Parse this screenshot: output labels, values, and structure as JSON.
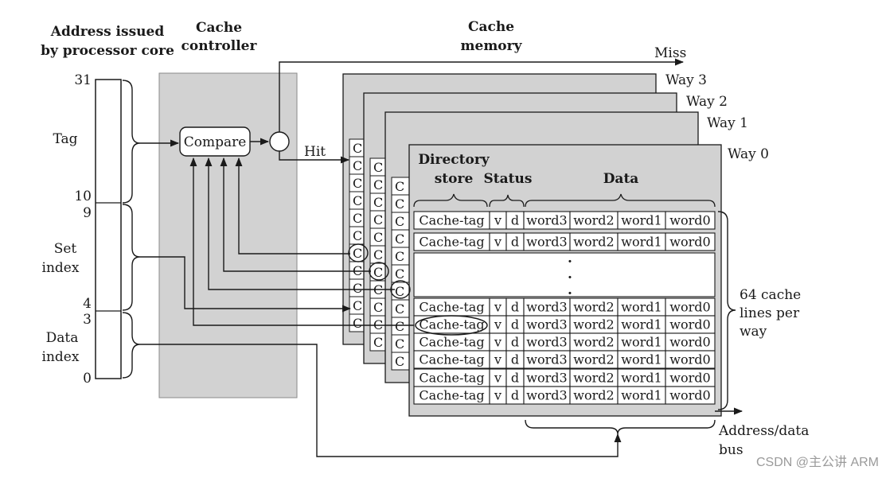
{
  "headings": {
    "address": [
      "Address issued",
      "by processor core"
    ],
    "controller": [
      "Cache",
      "controller"
    ],
    "memory": [
      "Cache",
      "memory"
    ]
  },
  "address_bits": [
    "31",
    "10",
    "9",
    "4",
    "3",
    "0"
  ],
  "address_fields": {
    "tag": "Tag",
    "set_index": [
      "Set",
      "index"
    ],
    "data_index": [
      "Data",
      "index"
    ]
  },
  "compare_label": "Compare",
  "hit_label": "Hit",
  "miss_label": "Miss",
  "ways": [
    "Way 3",
    "Way 2",
    "Way 1",
    "Way 0"
  ],
  "table_headers": {
    "directory_store": [
      "Directory",
      "store"
    ],
    "status": "Status",
    "data": "Data"
  },
  "row_cells": [
    "Cache-tag",
    "v",
    "d",
    "word3",
    "word2",
    "word1",
    "word0"
  ],
  "back_cell": "C",
  "ellipsis": ".",
  "lines_per_way": [
    "64 cache",
    "lines per",
    "way"
  ],
  "bus_label": [
    "Address/data",
    "bus"
  ],
  "watermark": "CSDN @主公讲 ARM",
  "colors": {
    "panel": "#d2d2d2",
    "line": "#1a1a1a",
    "background": "#ffffff"
  }
}
